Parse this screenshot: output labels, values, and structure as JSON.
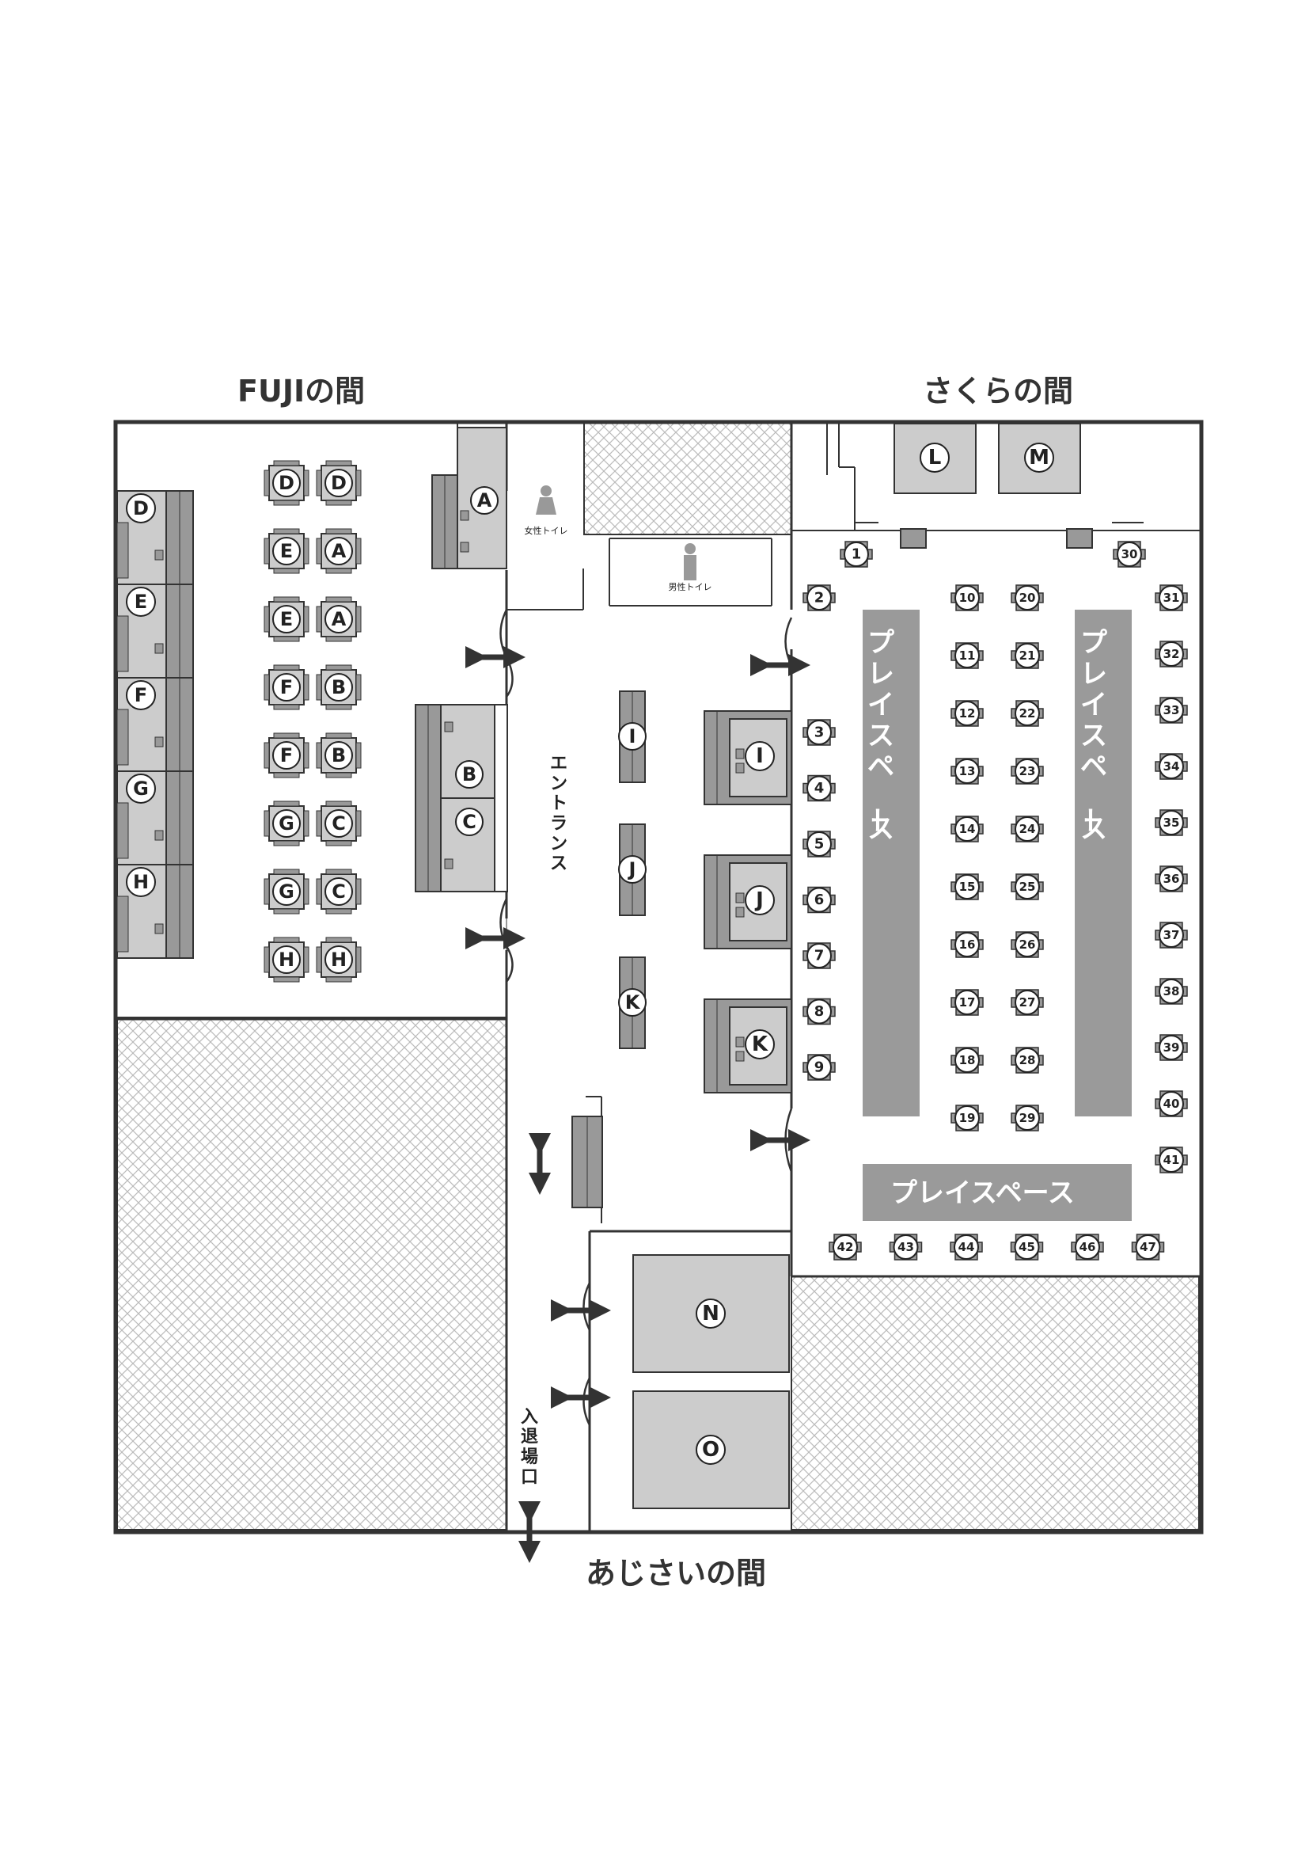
{
  "rooms": {
    "fuji": "FUJIの間",
    "sakura": "さくらの間",
    "ajisai": "あじさいの間"
  },
  "labels": {
    "entrance": "エントランス",
    "womens_toilet": "女性トイレ",
    "mens_toilet": "男性トイレ",
    "entry_exit": "入退場口",
    "play_space": "プレイスペース"
  },
  "fuji": {
    "wall_booths": [
      "D",
      "E",
      "F",
      "G",
      "H"
    ],
    "table_pairs": [
      [
        "D",
        "D"
      ],
      [
        "E",
        "A"
      ],
      [
        "E",
        "A"
      ],
      [
        "F",
        "B"
      ],
      [
        "F",
        "B"
      ],
      [
        "G",
        "C"
      ],
      [
        "G",
        "C"
      ],
      [
        "H",
        "H"
      ]
    ],
    "corner_booth": "A",
    "center_booths": [
      "B",
      "C"
    ]
  },
  "entrance_booths": [
    "I",
    "J",
    "K"
  ],
  "sakura": {
    "big_booths": [
      "L",
      "M"
    ],
    "side_booths": [
      "I",
      "J",
      "K"
    ],
    "tables": [
      "1",
      "2",
      "3",
      "4",
      "5",
      "6",
      "7",
      "8",
      "9",
      "10",
      "11",
      "12",
      "13",
      "14",
      "15",
      "16",
      "17",
      "18",
      "19",
      "20",
      "21",
      "22",
      "23",
      "24",
      "25",
      "26",
      "27",
      "28",
      "29",
      "30",
      "31",
      "32",
      "33",
      "34",
      "35",
      "36",
      "37",
      "38",
      "39",
      "40",
      "41",
      "42",
      "43",
      "44",
      "45",
      "46",
      "47"
    ]
  },
  "ajisai": {
    "booths": [
      "N",
      "O"
    ]
  },
  "colors": {
    "wall": "#333333",
    "booth_fill": "#cccccc",
    "booth_dark": "#999999",
    "play_fill": "#9a9a9a",
    "hatch": "#bbbbbb"
  }
}
